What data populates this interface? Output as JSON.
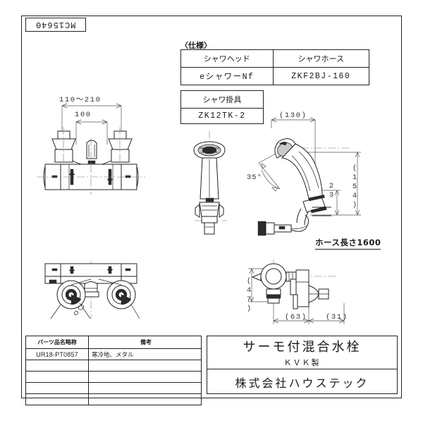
{
  "drawing": {
    "number": "MC15640",
    "spec_heading": "〈仕様〉",
    "spec_table": {
      "headers": [
        "シャワヘッド",
        "シャワホース"
      ],
      "values": [
        "eシャワーNf",
        "ZKF2BJ-160"
      ]
    },
    "hanger_table": {
      "header": "シャワ掛具",
      "value": "ZK12TK-2"
    },
    "dimensions": {
      "spread_range": "110～210",
      "center_distance": "100",
      "head_length": "(130)",
      "head_height": "(154)",
      "outlet_offset": "23",
      "angle": "35°",
      "side_height": "(47)",
      "side_depth_1": "(63)",
      "side_depth_2": "(31)"
    },
    "hose_note": "ホース長さ1600",
    "parts_table": {
      "headers": [
        "パーツ品名略称",
        "備考"
      ],
      "rows": [
        {
          "part": "UR18-PT0857",
          "remark": "寒冷地、メタル"
        },
        {
          "part": "",
          "remark": ""
        },
        {
          "part": "",
          "remark": ""
        },
        {
          "part": "",
          "remark": ""
        },
        {
          "part": "",
          "remark": ""
        }
      ]
    },
    "title_block": {
      "product": "サーモ付混合水栓",
      "maker": "ＫＶＫ製",
      "company": "株式会社ハウステック"
    }
  }
}
